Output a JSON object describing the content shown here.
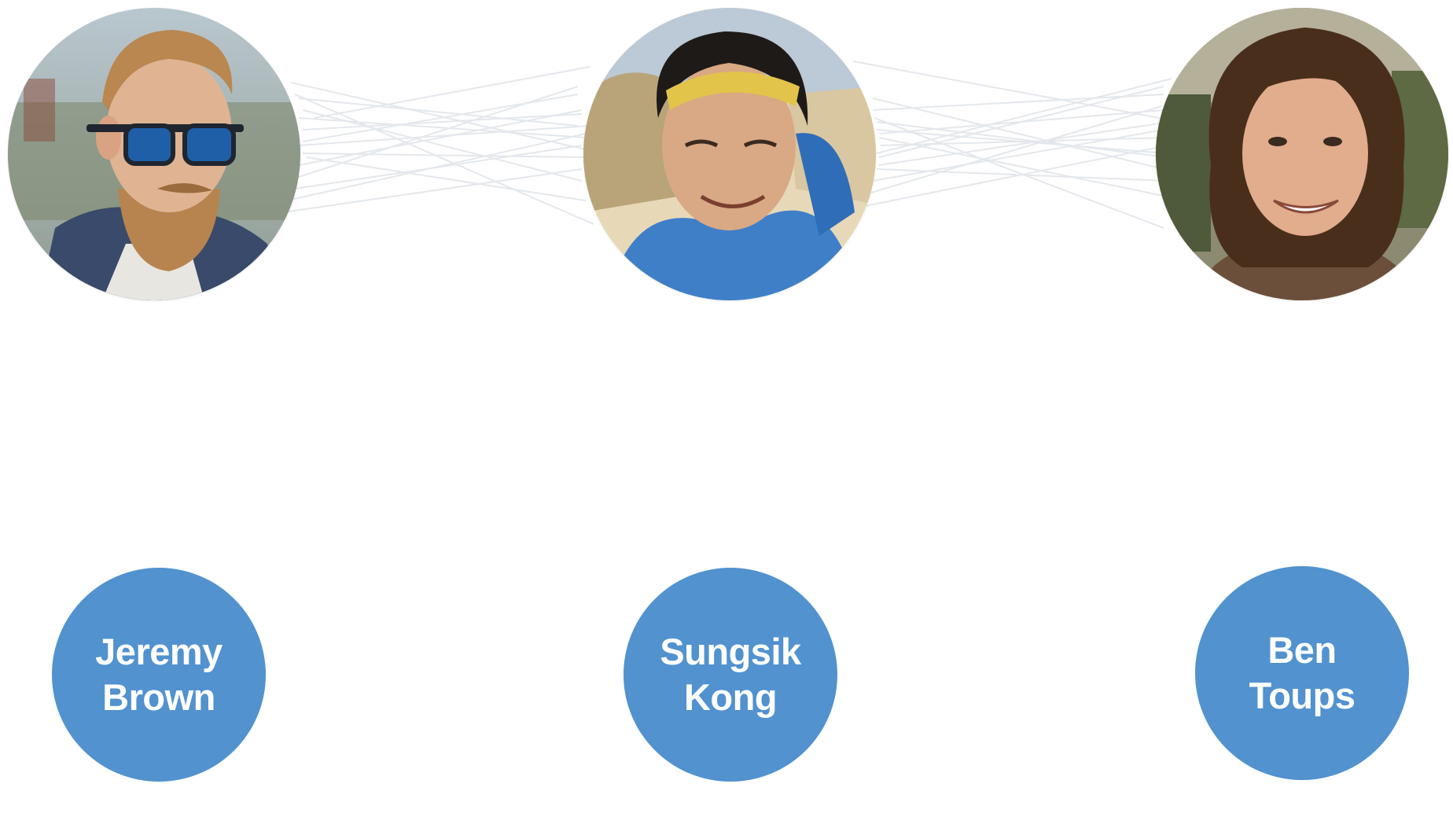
{
  "people": [
    {
      "first": "Jeremy",
      "last": "Brown",
      "photo_icon": "person-with-sunglasses-photo"
    },
    {
      "first": "Sungsik",
      "last": "Kong",
      "photo_icon": "person-with-headband-photo"
    },
    {
      "first": "Ben",
      "last": "Toups",
      "photo_icon": "person-with-curly-hair-photo"
    }
  ],
  "colors": {
    "name_circle": "#5192cf",
    "name_text": "#ffffff",
    "link_lines": "#e6eaee"
  }
}
